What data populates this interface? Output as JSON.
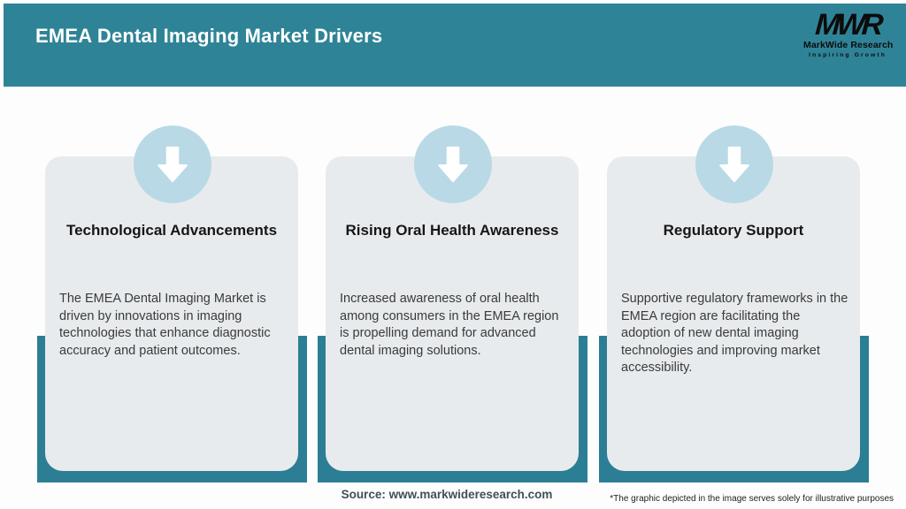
{
  "header": {
    "title": "EMEA Dental Imaging Market Drivers"
  },
  "logo": {
    "monogram": "MWR",
    "name": "MarkWide Research",
    "tagline": "Inspiring Growth"
  },
  "cards": [
    {
      "title": "Technological Advancements",
      "body": "The EMEA Dental Imaging Market is driven by innovations in imaging technologies that enhance diagnostic accuracy and patient outcomes."
    },
    {
      "title": "Rising Oral Health Awareness",
      "body": "Increased awareness of oral health among consumers in the EMEA region is propelling demand for advanced dental imaging solutions."
    },
    {
      "title": "Regulatory Support",
      "body": "Supportive regulatory frameworks in the EMEA region are facilitating the adoption of new dental imaging technologies and improving market accessibility."
    }
  ],
  "footer": {
    "source": "Source: www.markwideresearch.com",
    "disclaimer": "*The graphic depicted in the image serves solely for illustrative purposes"
  },
  "colors": {
    "header_teal": "#2f8397",
    "band_teal": "#2c7e94",
    "circle_blue": "#b9d9e6",
    "card_gray": "#e8ebed",
    "title_white": "#ffffff"
  },
  "icons": [
    {
      "name": "arrow-down-icon",
      "meaning": "downward driver arrow"
    }
  ]
}
